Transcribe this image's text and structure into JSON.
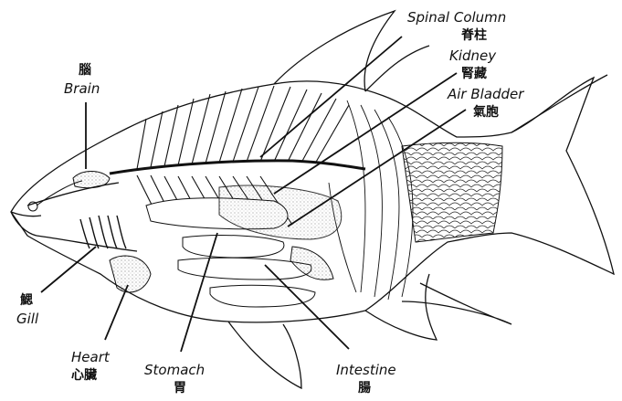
{
  "labels": {
    "spinal_column": {
      "en": "Spinal Column",
      "zh": "脊柱"
    },
    "kidney": {
      "en": "Kidney",
      "zh": "腎藏"
    },
    "air_bladder": {
      "en": "Air Bladder",
      "zh": "氣胞"
    },
    "brain": {
      "en": "Brain",
      "zh": "腦"
    },
    "gill": {
      "en": "Gill",
      "zh": "鰓"
    },
    "heart": {
      "en": "Heart",
      "zh": "心臟"
    },
    "stomach": {
      "en": "Stomach",
      "zh": "胃"
    },
    "intestine": {
      "en": "Intestine",
      "zh": "腸"
    }
  },
  "colors": {
    "ink": "#111111",
    "paper": "#ffffff",
    "shade": "#555555"
  }
}
